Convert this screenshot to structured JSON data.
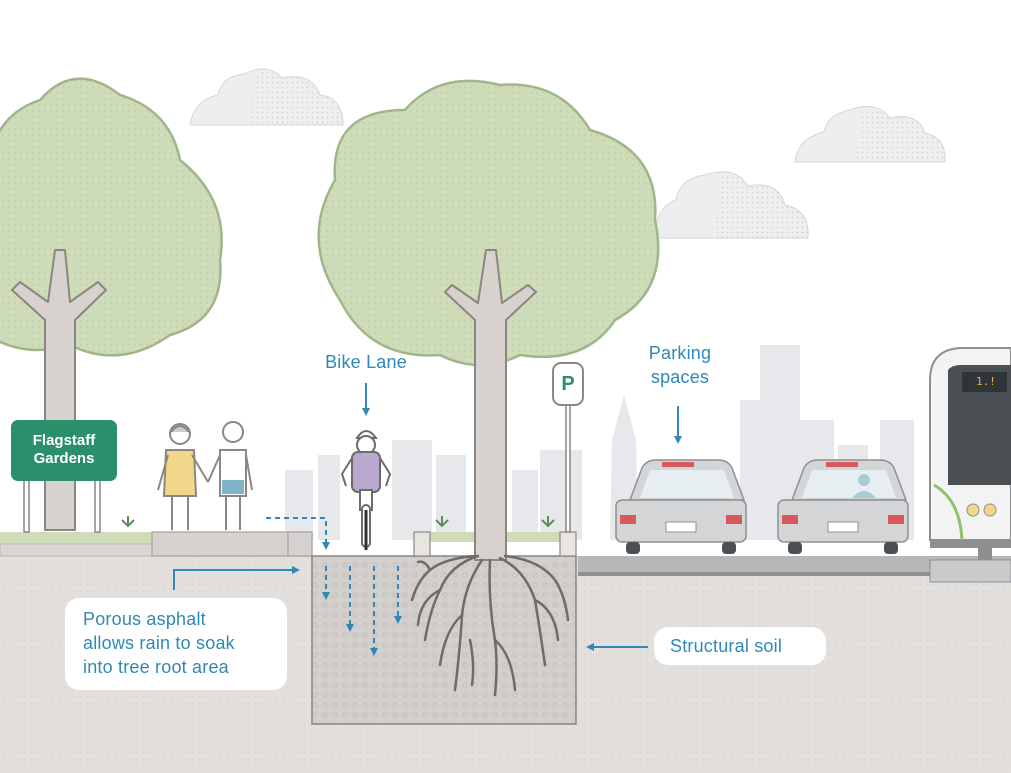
{
  "diagram": {
    "labels": {
      "bike_lane": "Bike Lane",
      "parking_spaces": "Parking\nspaces",
      "porous_asphalt": "Porous asphalt\nallows rain to soak\ninto tree root area",
      "structural_soil": "Structural soil"
    },
    "sign": {
      "line1": "Flagstaff",
      "line2": "Gardens"
    },
    "parking_sign_letter": "P",
    "bus_display": "1.!"
  },
  "colors": {
    "sky": "#ffffff",
    "ground": "#e3dfdc",
    "soil_pit": "#d3cfcc",
    "tree_canopy": "#cfdcba",
    "tree_outline": "#9fb58a",
    "trunk": "#d8d2ce",
    "trunk_outline": "#8b8682",
    "buildings": "#e6e8eb",
    "cloud": "#eeeeee",
    "accent_blue": "#2f88b5",
    "sign_green": "#2a8f6a",
    "car_body": "#d4d5d7",
    "tail_light": "#d9585c",
    "bus_window": "#4a5054"
  },
  "icons": [
    "cloud-icon",
    "tree-icon",
    "person-icon",
    "cyclist-icon",
    "car-icon",
    "bus-icon",
    "parking-sign-icon",
    "arrow-down-icon",
    "arrow-left-icon",
    "arrow-right-icon"
  ]
}
